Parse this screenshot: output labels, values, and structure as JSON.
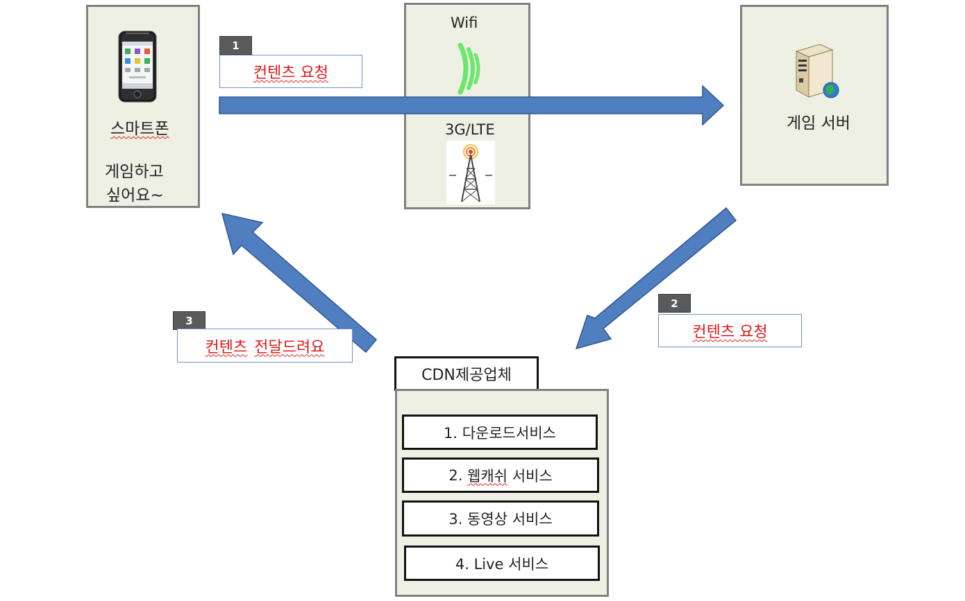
{
  "smartphone": {
    "label": "스마트폰",
    "message_line1": "게임하고",
    "message_line2": "싶어요~"
  },
  "network": {
    "wifi_label": "Wifi",
    "cell_label": "3G/LTE"
  },
  "server": {
    "label": "게임 서버"
  },
  "steps": [
    {
      "number": "1",
      "label": "컨텐츠 요청"
    },
    {
      "number": "2",
      "label": "컨텐츠 요청"
    },
    {
      "number": "3",
      "label_part1": "컨텐츠",
      "label_part2": "전달드려요"
    }
  ],
  "cdn": {
    "title": "CDN제공업체",
    "services": [
      {
        "prefix": "1. 다운로드서비스",
        "underlined": "",
        "suffix": ""
      },
      {
        "prefix": "2. ",
        "underlined": "웹캐쉬",
        "suffix": " 서비스"
      },
      {
        "prefix": "3. 동영상 서비스",
        "underlined": "",
        "suffix": ""
      },
      {
        "prefix": "4. Live 서비스",
        "underlined": "",
        "suffix": ""
      }
    ]
  },
  "colors": {
    "arrow": "#4f7fc0",
    "panel": "#eef0e3",
    "step_text": "#e01818",
    "wifi": "#6be86b"
  }
}
